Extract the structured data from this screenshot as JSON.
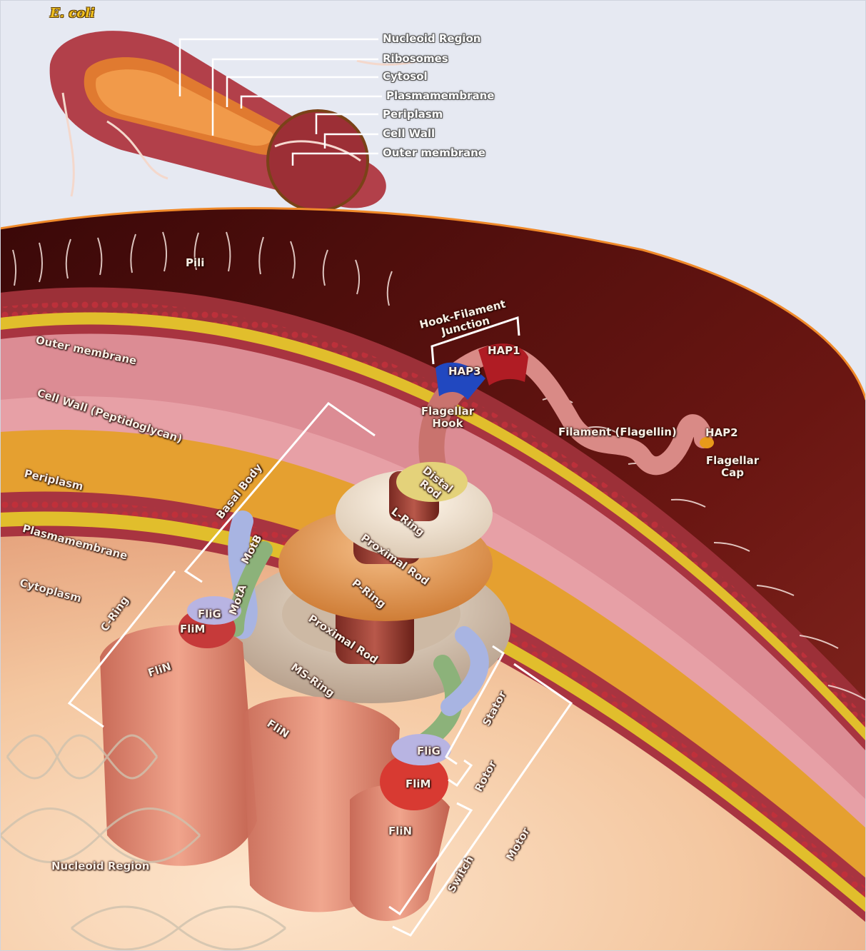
{
  "title": "E. coli",
  "top_labels": {
    "nucleoid": "Nucleoid Region",
    "ribosomes": "Ribosomes",
    "cytosol": "Cytosol",
    "plasmamembrane": "Plasmamembrane",
    "periplasm": "Periplasm",
    "cell_wall": "Cell Wall",
    "outer_membrane": "Outer membrane"
  },
  "layer_labels": {
    "pili": "Pili",
    "outer_membrane": "Outer membrane",
    "cell_wall": "Cell Wall (Peptidoglycan)",
    "periplasm": "Periplasm",
    "plasmamembrane": "Plasmamembrane",
    "cytoplasm": "Cytoplasm",
    "nucleoid": "Nucleoid Region"
  },
  "motor_labels": {
    "hook_filament_junction": "Hook-Filament Junction",
    "hap1": "HAP1",
    "hap3": "HAP3",
    "hap2": "HAP2",
    "flagellar_hook": "Flagellar Hook",
    "filament": "Filament (Flagellin)",
    "flagellar_cap": "Flagellar Cap",
    "basal_body": "Basal Body",
    "distal_rod": "Distal Rod",
    "l_ring": "L-Ring",
    "proximal_rod_upper": "Proximal Rod",
    "p_ring": "P-Ring",
    "proximal_rod_lower": "Proximal Rod",
    "ms_ring": "MS-Ring",
    "mot_b": "MotB",
    "mot_a": "MotA",
    "c_ring": "C-Ring",
    "flig_left": "FliG",
    "flim_left": "FliM",
    "flin_left": "FliN",
    "flin_center": "FliN",
    "flig_right": "FliG",
    "flim_right": "FliM",
    "flin_right": "FliN",
    "stator": "Stator",
    "rotor": "Rotor",
    "motor": "Motor",
    "switch": "Switch"
  },
  "colors": {
    "background": "#e6e9f2",
    "outer_membrane": "#b0404a",
    "cell_wall": "#dc8c94",
    "periplasm": "#e5a030",
    "lipid": "#e2bc28",
    "cytoplasm": "#f3c9a4",
    "hap1": "#b01c24",
    "hap3": "#2148c0",
    "hap2": "#e89a1a",
    "title": "#f0c020"
  }
}
